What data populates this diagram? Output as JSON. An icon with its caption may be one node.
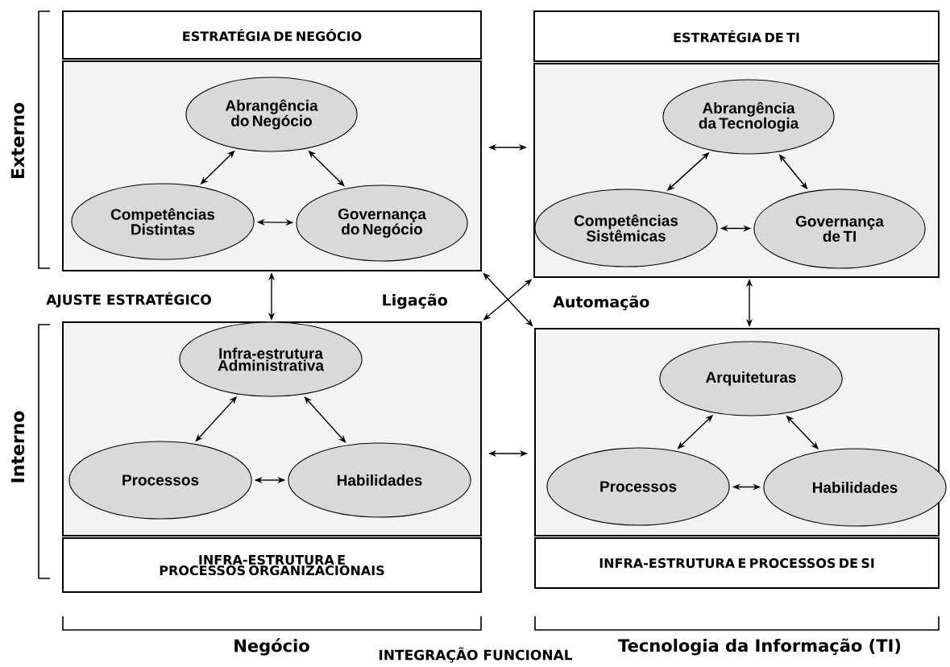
{
  "diagram": {
    "nodes": [
      {
        "text": [
          "ESTRATÉGIA DE NEGÓCIO"
        ]
      },
      {
        "text": [],
        "shape": "box"
      },
      {
        "text": [
          "Abrangência do Negócio"
        ],
        "in": 1
      },
      {
        "text": [
          "Competências Distintas"
        ],
        "in": 1
      },
      {
        "text": [
          "Governança do Negócio"
        ],
        "in": 1
      },
      {
        "text": [
          "ESTRATÉGIA DE TI"
        ]
      },
      {
        "text": [],
        "shape": "box"
      },
      {
        "text": [
          "Abrangência da Tecnologia"
        ],
        "in": 6
      },
      {
        "text": [
          "Competências Sistêmicas"
        ],
        "in": 6
      },
      {
        "text": [
          "Governança de TI"
        ],
        "in": 6
      },
      {
        "text": [],
        "shape": "box"
      },
      {
        "text": [
          "Infra-estrutura Administrativa"
        ],
        "in": 10
      },
      {
        "text": [
          "Processos"
        ],
        "in": 10
      },
      {
        "text": [
          "Habilidades"
        ],
        "in": 10
      },
      {
        "text": [
          "INFRA-ESTRUTURA E PROCESSOS ORGANIZACIONAIS"
        ]
      },
      {
        "text": [],
        "shape": "box"
      },
      {
        "text": [
          "Arquiteturas"
        ],
        "in": 15
      },
      {
        "text": [
          "Processos"
        ],
        "in": 15
      },
      {
        "text": [
          "Habilidades"
        ],
        "in": 15
      },
      {
        "text": [
          "INFRA-ESTRUTURA E PROCESSOS DE SI"
        ]
      }
    ],
    "edges": [
      {
        "from": 2,
        "to": 3,
        "arrow": "both"
      },
      {
        "from": 2,
        "to": 4,
        "arrow": "both"
      },
      {
        "from": 3,
        "to": 4,
        "arrow": "both"
      },
      {
        "from": 7,
        "to": 8,
        "arrow": "both"
      },
      {
        "from": 7,
        "to": 9,
        "arrow": "both"
      },
      {
        "from": 8,
        "to": 9,
        "arrow": "both"
      },
      {
        "from": 11,
        "to": 12,
        "arrow": "both"
      },
      {
        "from": 11,
        "to": 13,
        "arrow": "both"
      },
      {
        "from": 12,
        "to": 13,
        "arrow": "both"
      },
      {
        "from": 16,
        "to": 17,
        "arrow": "both"
      },
      {
        "from": 16,
        "to": 18,
        "arrow": "both"
      },
      {
        "from": 17,
        "to": 18,
        "arrow": "both"
      },
      {
        "from": 1,
        "to": 6,
        "arrow": "both"
      },
      {
        "from": 1,
        "to": 10,
        "arrow": "both"
      },
      {
        "from": 6,
        "to": 15,
        "arrow": "both"
      },
      {
        "from": 10,
        "to": 15,
        "arrow": "both"
      },
      {
        "from": 1,
        "to": 15,
        "arrow": "both"
      },
      {
        "from": 10,
        "to": 6,
        "arrow": "both"
      }
    ],
    "labels": [
      "Externo",
      "AJUSTE ESTRATÉGICO",
      "Ligação",
      "Automação",
      "Interno",
      "Negócio",
      "Tecnologia da Informação (TI)",
      "INTEGRAÇÃO FUNCIONAL"
    ]
  }
}
